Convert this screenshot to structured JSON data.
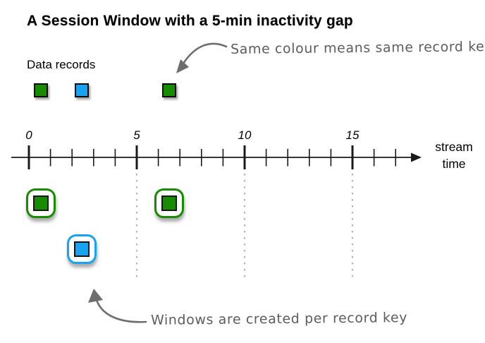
{
  "title": "A Session Window with a 5-min inactivity gap",
  "legend_label": "Data records",
  "annotations": {
    "top": "Same colour means same record key",
    "bottom": "Windows are created per record key"
  },
  "colors": {
    "green": "#178c00",
    "blue": "#18a2f2",
    "axis": "#1a1a1a",
    "annotation_gray": "#6e6e6e",
    "dotted_line": "#b5b5b5"
  },
  "axis": {
    "label_line1": "stream",
    "label_line2": "time",
    "major_ticks": [
      0,
      5,
      10,
      15
    ],
    "minor_ticks_per_interval": 5,
    "max_unit": 17
  },
  "records": [
    {
      "key": "green",
      "time": 0.55
    },
    {
      "key": "blue",
      "time": 2.45
    },
    {
      "key": "green",
      "time": 6.5
    }
  ],
  "windows": [
    {
      "key": "green",
      "time": 0.55,
      "row": 0
    },
    {
      "key": "green",
      "time": 6.5,
      "row": 0
    },
    {
      "key": "blue",
      "time": 2.45,
      "row": 1
    }
  ]
}
